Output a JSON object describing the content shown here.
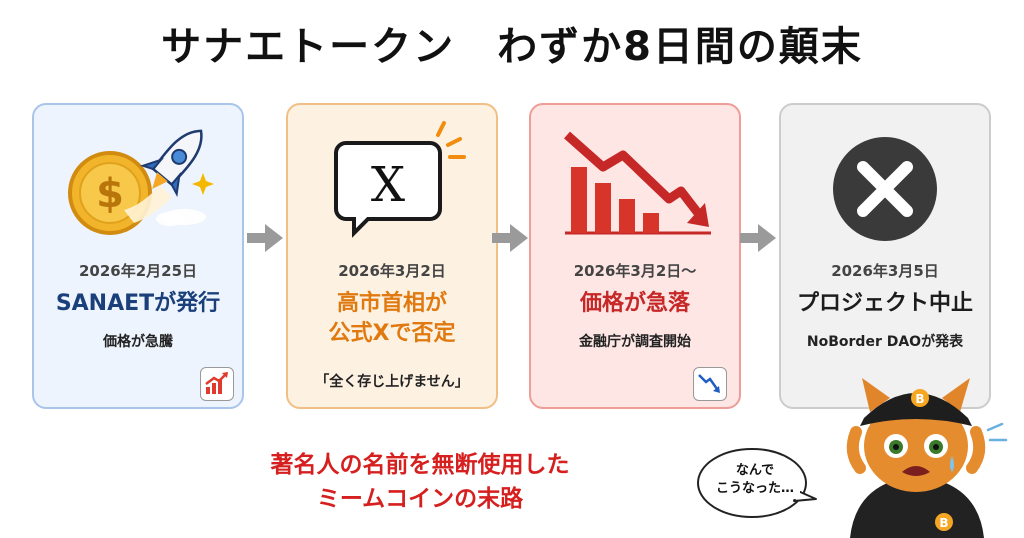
{
  "title": "サナエトークン　わずか8日間の顛末",
  "steps": [
    {
      "date": "2026年2月25日",
      "headline": "SANAETが発行",
      "detail": "価格が急騰",
      "icon": "rocket-coin-icon",
      "badge": "chart-up-icon"
    },
    {
      "date": "2026年3月2日",
      "headline_line1": "高市首相が",
      "headline_line2": "公式Xで否定",
      "detail": "「全く存じ上げません」",
      "icon": "x-logo-speech-icon"
    },
    {
      "date": "2026年3月2日〜",
      "headline": "価格が急落",
      "detail": "金融庁が調査開始",
      "icon": "chart-crash-icon",
      "badge": "trend-down-icon"
    },
    {
      "date": "2026年3月5日",
      "headline": "プロジェクト中止",
      "detail": "NoBorder DAOが発表",
      "icon": "x-circle-icon"
    }
  ],
  "caption": {
    "line1": "著名人の名前を無断使用した",
    "line2": "ミームコインの末路"
  },
  "speech": {
    "line1": "なんで",
    "line2": "こうなった…"
  },
  "colors": {
    "blue": "#1a3f7a",
    "orange": "#e07a10",
    "red": "#c62828",
    "caption_red": "#d62020",
    "arrow_gray": "#9a9a9a"
  }
}
